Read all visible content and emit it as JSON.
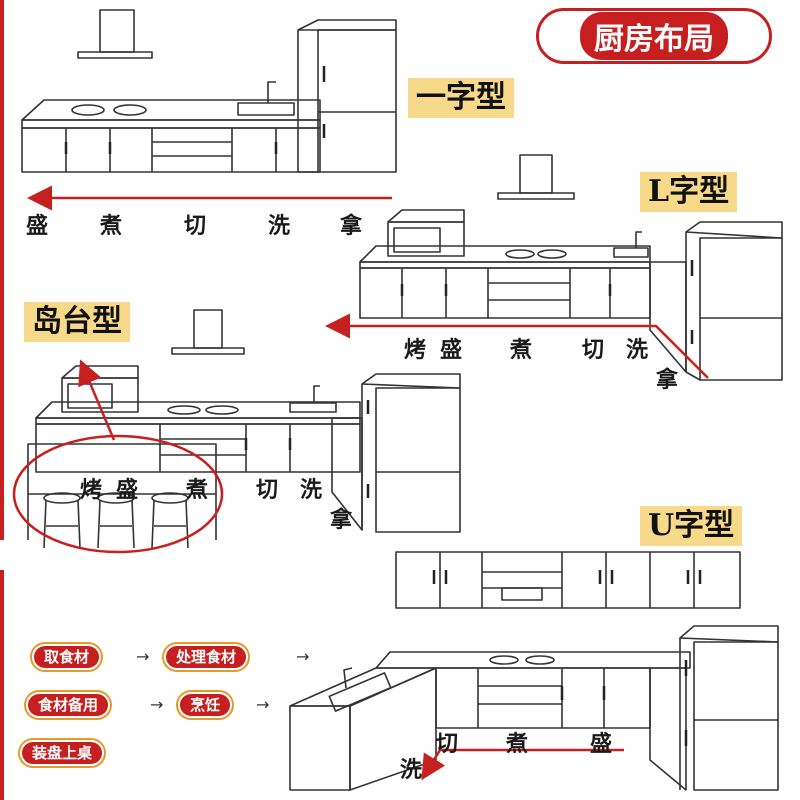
{
  "title": "厨房布局",
  "layouts": {
    "one_line": {
      "name": "一字型",
      "steps": [
        "盛",
        "煮",
        "切",
        "洗",
        "拿"
      ]
    },
    "l_shape": {
      "name": "L字型",
      "steps": [
        "烤",
        "盛",
        "煮",
        "切",
        "洗",
        "拿"
      ]
    },
    "island": {
      "name": "岛台型",
      "steps": [
        "烤",
        "盛",
        "煮",
        "切",
        "洗",
        "拿"
      ]
    },
    "u_shape": {
      "name": "U字型",
      "steps": [
        "洗",
        "切",
        "煮",
        "盛"
      ]
    }
  },
  "workflow": {
    "steps": [
      "取食材",
      "处理食材",
      "食材备用",
      "烹饪",
      "装盘上桌"
    ],
    "arrow": "→"
  },
  "colors": {
    "accent": "#c71f1f",
    "tag_bg": "#f7d98a",
    "step_border": "#e59a2a"
  }
}
